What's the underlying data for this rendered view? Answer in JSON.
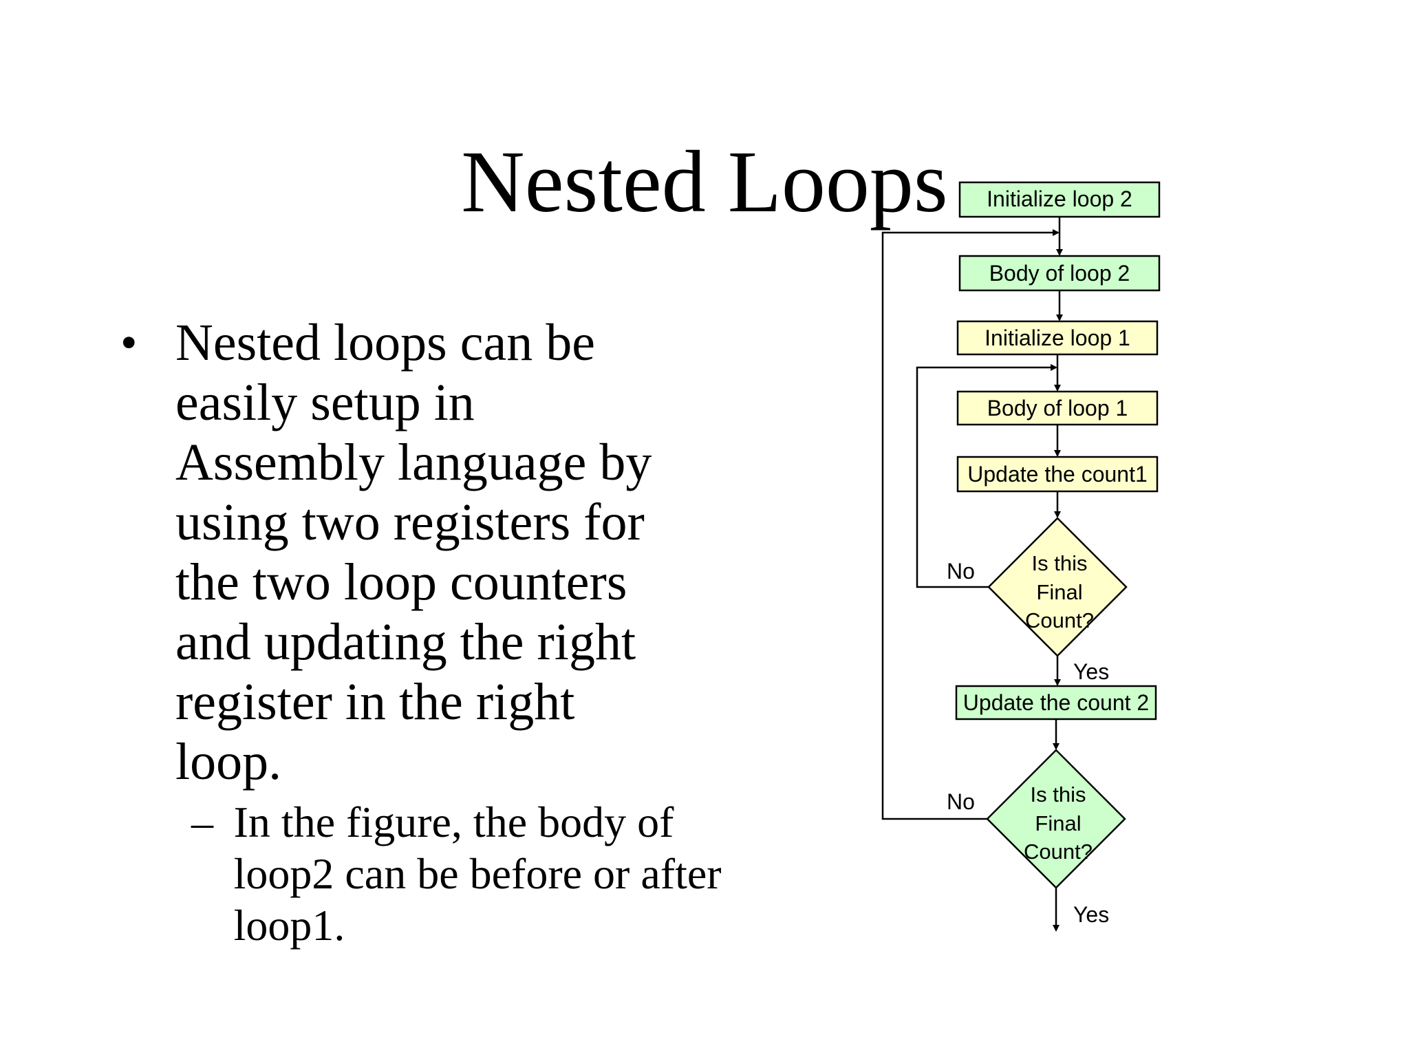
{
  "title": "Nested Loops",
  "bullet": {
    "text": "Nested loops can be easily setup in Assembly language by using two registers for the two loop counters and updating the right register in the right loop.",
    "sub": "In the figure, the body of loop2 can be before or after loop1."
  },
  "flowchart": {
    "colors": {
      "green": "#ccffcc",
      "yellow": "#ffffcc",
      "stroke": "#000000"
    },
    "boxes": {
      "init2": "Initialize loop 2",
      "body2": "Body of loop 2",
      "init1": "Initialize loop 1",
      "body1": "Body of loop 1",
      "update1": "Update the count1",
      "update2": "Update the count 2"
    },
    "decision1": {
      "line1": "Is this",
      "line2": "Final",
      "line3": "Count?"
    },
    "decision2": {
      "line1": "Is this",
      "line2": "Final",
      "line3": "Count?"
    },
    "labels": {
      "no1": "No",
      "yes1": "Yes",
      "no2": "No",
      "yes2": "Yes"
    }
  }
}
